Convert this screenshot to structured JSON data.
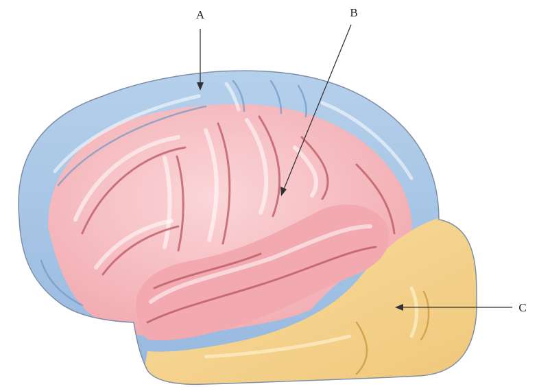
{
  "labels": {
    "a": "A",
    "b": "B",
    "c": "C"
  },
  "colors": {
    "region_a": "#a9c7e6",
    "region_b": "#f4b3b9",
    "region_c": "#f6d592",
    "outline": "#7d8ea6",
    "arrow": "#333333"
  }
}
